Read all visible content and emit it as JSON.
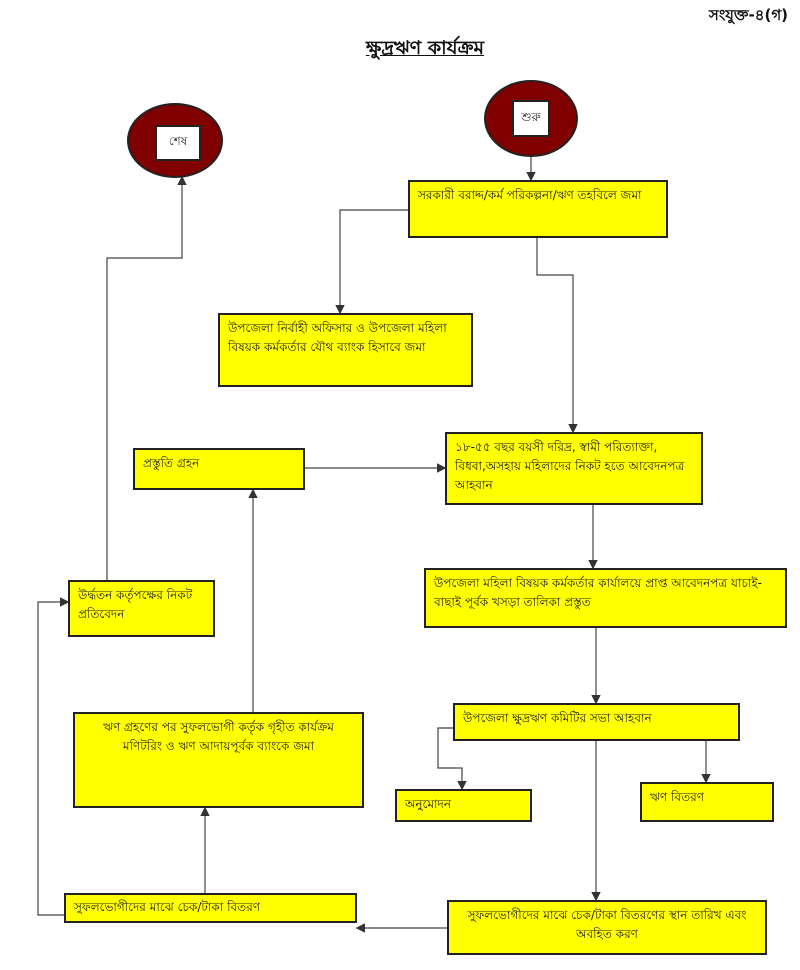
{
  "annex_label": "সংযুক্ত-৪(গ)",
  "title": "ক্ষুদ্রঋণ কার্যক্রম",
  "colors": {
    "box_fill": "#ffff00",
    "terminal_fill": "#800000"
  },
  "nodes": {
    "start": "শুরু",
    "end": "শেষ",
    "fund_deposit": "সরকারী বরাদ্দ/কর্ম পরিকল্পনা/ঋণ তহবিলে জমা",
    "joint_account": "উপজেলা নির্বাহী অফিসার ও উপজেলা মহিলা বিষয়ক কর্মকর্তার যৌথ ব্যাংক হিসাবে জমা",
    "call_applications": "১৮-৫৫ বছর বয়সী দরিদ্র, স্বামী পরিত্যাক্তা, বিধবা,অসহায় মহিলাদের নিকট হতে আবেদনপত্র আহবান",
    "preparation": "প্রস্তুতি গ্রহন",
    "scrutiny": "উপজেলা মহিলা বিষয়ক কর্মকর্তার কার্যালয়ে প্রাপ্ত আবেদনপত্র যাচাই-বাছাই পূর্বক খসড়া তালিকা প্রস্তুত",
    "committee_meeting": "উপজেলা ক্ষুদ্রঋণ কমিটির সভা আহবান",
    "approval": "অনুমোদন",
    "loan_distribution": "ঋণ বিতরণ",
    "notify_distribution": "সুফলভোগীদের মাঝে চেক/টাকা বিতরণের স্থান তারিখ এবং অবহিত করণ",
    "cheque_distribution": "সুফলভোগীদের মাঝে চেক/টাকা বিতরণ",
    "monitoring": "ঋণ গ্রহণের পর সুফলভোগী কর্তৃক গৃহীত কার্যক্রম মণিটরিং ও ঋণ আদায়পূর্বক ব্যাংকে জমা",
    "report": "উর্দ্ধতন কর্তৃপক্ষের নিকট প্রতিবেদন"
  }
}
